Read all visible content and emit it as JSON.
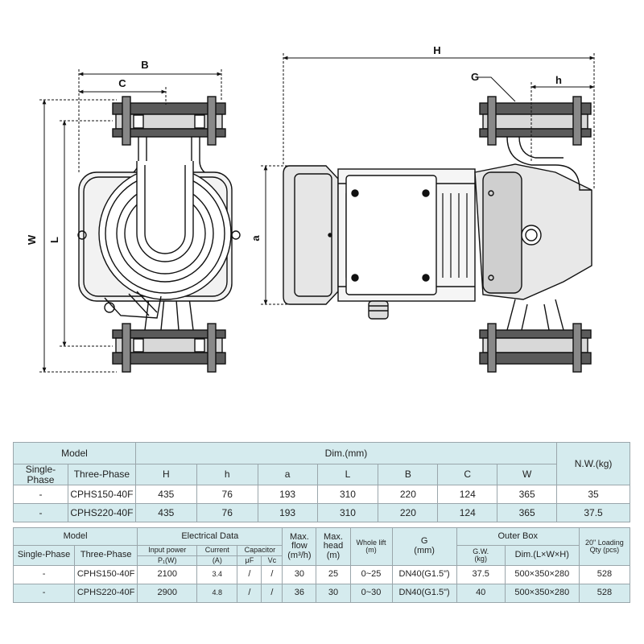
{
  "drawing": {
    "labels": {
      "B": "B",
      "C": "C",
      "W": "W",
      "L": "L",
      "H": "H",
      "G": "G",
      "h": "h",
      "a": "a"
    }
  },
  "table1": {
    "model_header": "Model",
    "single_phase_header": "Single-Phase",
    "three_phase_header": "Three-Phase",
    "dim_header": "Dim.(mm)",
    "nw_header": "N.W.(kg)",
    "dim_columns": [
      "H",
      "h",
      "a",
      "L",
      "B",
      "C",
      "W"
    ],
    "rows": [
      {
        "single": "-",
        "three": "CPHS150-40F",
        "dims": [
          "435",
          "76",
          "193",
          "310",
          "220",
          "124",
          "365"
        ],
        "nw": "35"
      },
      {
        "single": "-",
        "three": "CPHS220-40F",
        "dims": [
          "435",
          "76",
          "193",
          "310",
          "220",
          "124",
          "365"
        ],
        "nw": "37.5"
      }
    ]
  },
  "table2": {
    "model_header": "Model",
    "single_phase_header": "Single-Phase",
    "three_phase_header": "Three-Phase",
    "electrical_header": "Electrical Data",
    "input_power_header": "Input power",
    "input_power_unit": "P₁(W)",
    "current_header": "Current",
    "current_unit": "(A)",
    "capacitor_header": "Capacitor",
    "uf_unit": "μF",
    "vc_unit": "Vc",
    "max_flow_header": "Max. flow (m³/h)",
    "max_head_header": "Max. head (m)",
    "whole_lift_header": "Whole lift (m)",
    "g_header": "G",
    "g_unit": "(mm)",
    "outer_box_header": "Outer Box",
    "gw_header": "G.W.",
    "gw_unit": "(kg)",
    "dim_header": "Dim.(L×W×H)",
    "loading_header": "20\" Loading Qty (pcs)",
    "rows": [
      {
        "single": "-",
        "three": "CPHS150-40F",
        "power": "2100",
        "current": "3.4",
        "uf": "/",
        "vc": "/",
        "flow": "30",
        "head": "25",
        "lift": "0~25",
        "g": "DN40(G1.5\")",
        "gw": "37.5",
        "box": "500×350×280",
        "qty": "528"
      },
      {
        "single": "-",
        "three": "CPHS220-40F",
        "power": "2900",
        "current": "4.8",
        "uf": "/",
        "vc": "/",
        "flow": "36",
        "head": "30",
        "lift": "0~30",
        "g": "DN40(G1.5\")",
        "gw": "40",
        "box": "500×350×280",
        "qty": "528"
      }
    ]
  }
}
